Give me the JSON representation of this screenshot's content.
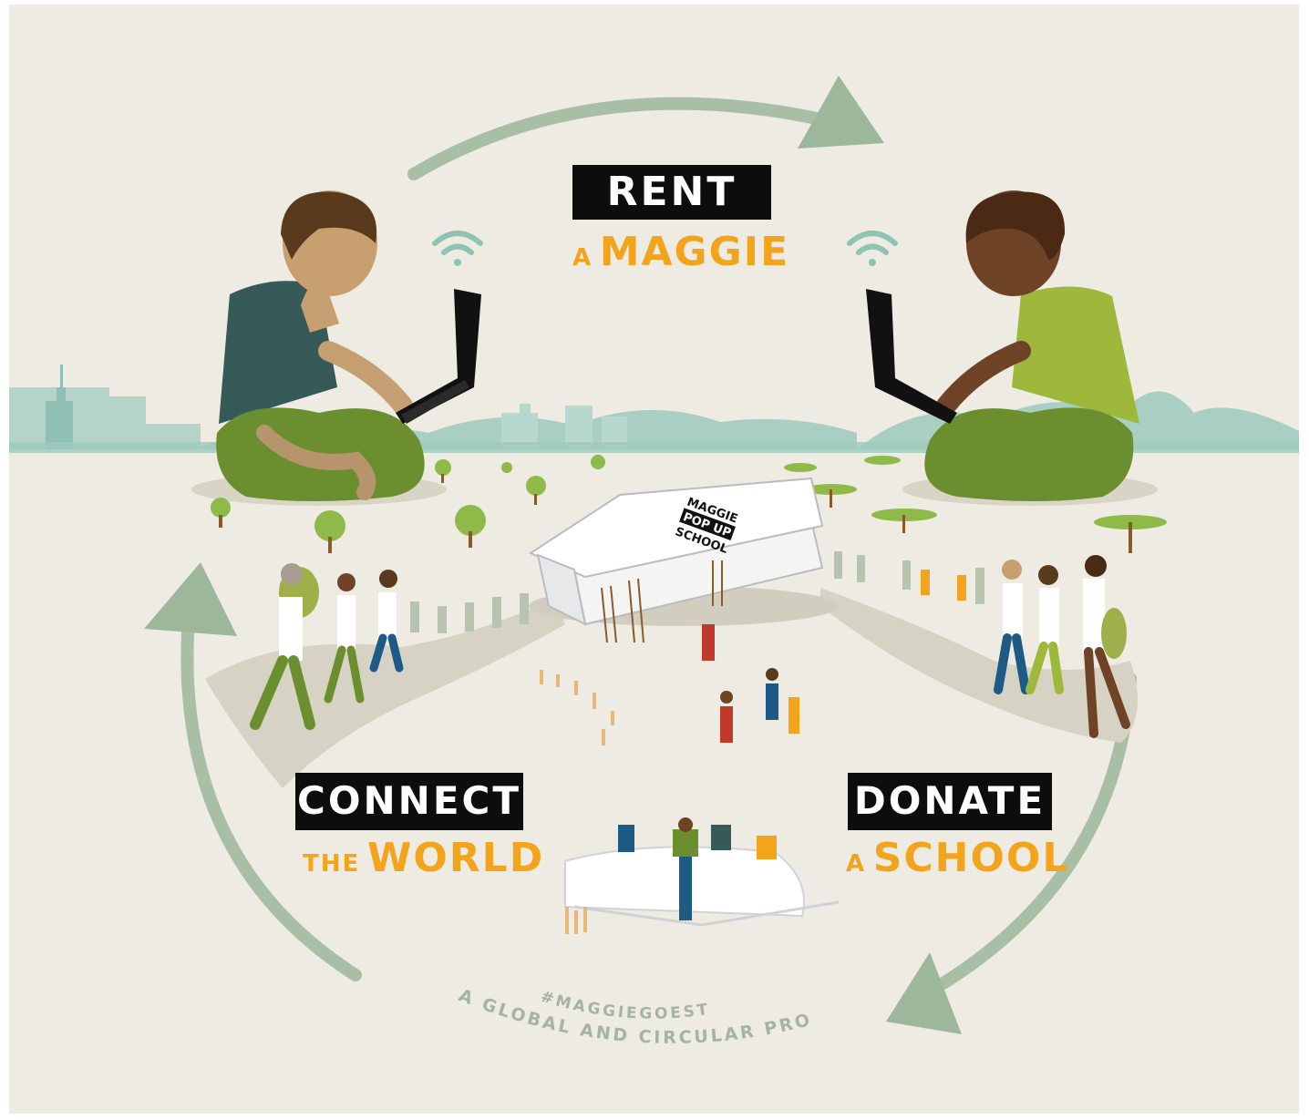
{
  "steps": {
    "rent": {
      "title": "RENT",
      "sub_small": "A",
      "sub_big": "MAGGIE"
    },
    "connect": {
      "title": "CONNECT",
      "sub_small": "THE",
      "sub_big": "WORLD"
    },
    "donate": {
      "title": "DONATE",
      "sub_small": "A",
      "sub_big": "SCHOOL"
    }
  },
  "school_sign": {
    "line1": "MAGGIE",
    "line2": "POP UP",
    "line3": "SCHOOL"
  },
  "hashtag": "#MAGGIEGOESTO",
  "tagline": "A GLOBAL AND CIRCULAR PROJECT",
  "colors": {
    "background": "#eeebe3",
    "arrow": "#9db79a",
    "accent_orange": "#f2a51c",
    "label_black": "#0d0d0d",
    "skyline": "#a9cfc4",
    "wifi": "#8fc4b5"
  }
}
